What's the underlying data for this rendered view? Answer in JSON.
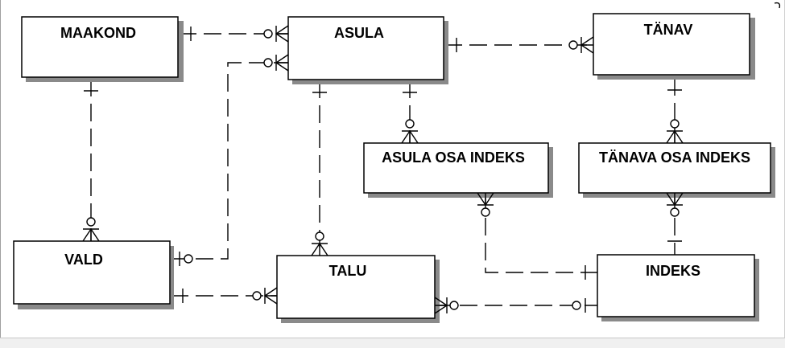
{
  "colors": {
    "box_fill": "#ffffff",
    "stroke": "#000000",
    "shadow": "#8a8a8a",
    "background": "#ffffff"
  },
  "entities": {
    "maakond": "MAAKOND",
    "asula": "ASULA",
    "tanav": "TÄNAV",
    "asula_osa_indeks": "ASULA OSA INDEKS",
    "tanava_osa_indeks": "TÄNAVA OSA INDEKS",
    "vald": "VALD",
    "talu": "TALU",
    "indeks": "INDEKS"
  },
  "relationships": [
    {
      "from": "maakond",
      "to": "asula",
      "from_end": "one",
      "to_end": "zero-or-many"
    },
    {
      "from": "vald",
      "to": "asula",
      "from_end": "zero-or-one",
      "to_end": "zero-or-many"
    },
    {
      "from": "asula",
      "to": "tanav",
      "from_end": "one",
      "to_end": "zero-or-many"
    },
    {
      "from": "maakond",
      "to": "vald",
      "from_end": "one",
      "to_end": "zero-or-many"
    },
    {
      "from": "asula",
      "to": "talu",
      "from_end": "one",
      "to_end": "zero-or-many"
    },
    {
      "from": "asula",
      "to": "asula_osa_indeks",
      "from_end": "one",
      "to_end": "zero-or-many"
    },
    {
      "from": "tanav",
      "to": "tanava_osa_indeks",
      "from_end": "one",
      "to_end": "zero-or-many"
    },
    {
      "from": "indeks",
      "to": "asula_osa_indeks",
      "from_end": "one",
      "to_end": "zero-or-many"
    },
    {
      "from": "indeks",
      "to": "tanava_osa_indeks",
      "from_end": "one",
      "to_end": "zero-or-many"
    },
    {
      "from": "vald",
      "to": "talu",
      "from_end": "one",
      "to_end": "zero-or-many"
    },
    {
      "from": "indeks",
      "to": "talu",
      "from_end": "zero-or-one",
      "to_end": "zero-or-many"
    }
  ]
}
